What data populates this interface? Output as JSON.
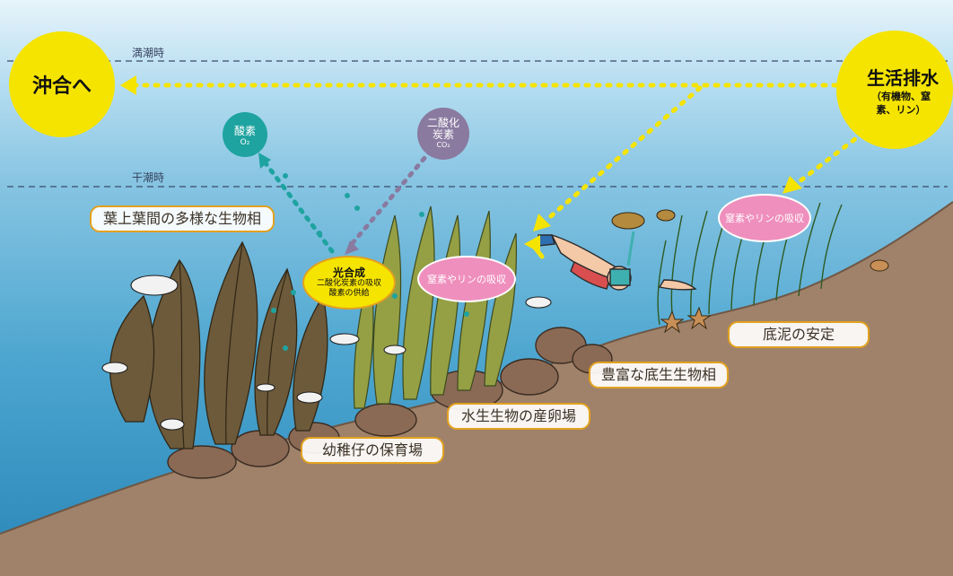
{
  "water_levels": {
    "high_tide": "満潮時",
    "low_tide": "干潮時"
  },
  "left_circle": {
    "label": "沖合へ"
  },
  "right_circle": {
    "title": "生活排水",
    "detail_line1": "（有機物、窒",
    "detail_line2": "素、リン）"
  },
  "gas_bubbles": {
    "oxygen_label": "酸素",
    "oxygen_formula": "O₂",
    "co2_line1": "二酸化",
    "co2_line2": "炭素",
    "co2_formula": "CO₂"
  },
  "photosynthesis": {
    "title": "光合成",
    "line1": "二酸化炭素の吸収",
    "line2": "酸素の供給"
  },
  "absorption_labels": {
    "nutrient_left": "窒素やリンの吸収",
    "nutrient_right": "窒素やリンの吸収"
  },
  "habitat_labels": {
    "diverse_biota": "葉上葉間の多様な生物相",
    "nursery": "幼稚仔の保育場",
    "spawning": "水生生物の産卵場",
    "benthic": "豊富な底生生物相",
    "sediment": "底泥の安定"
  },
  "colors": {
    "water_top": "#a9d8ef",
    "water_bottom": "#2e8fbf",
    "seabed": "#a0826a",
    "circle_yellow": "#f5e400",
    "oxygen_teal": "#1ea3a0",
    "co2_purple": "#8a7aa0",
    "pink_label": "#ef8fbd",
    "tag_border": "#e2a11f"
  }
}
